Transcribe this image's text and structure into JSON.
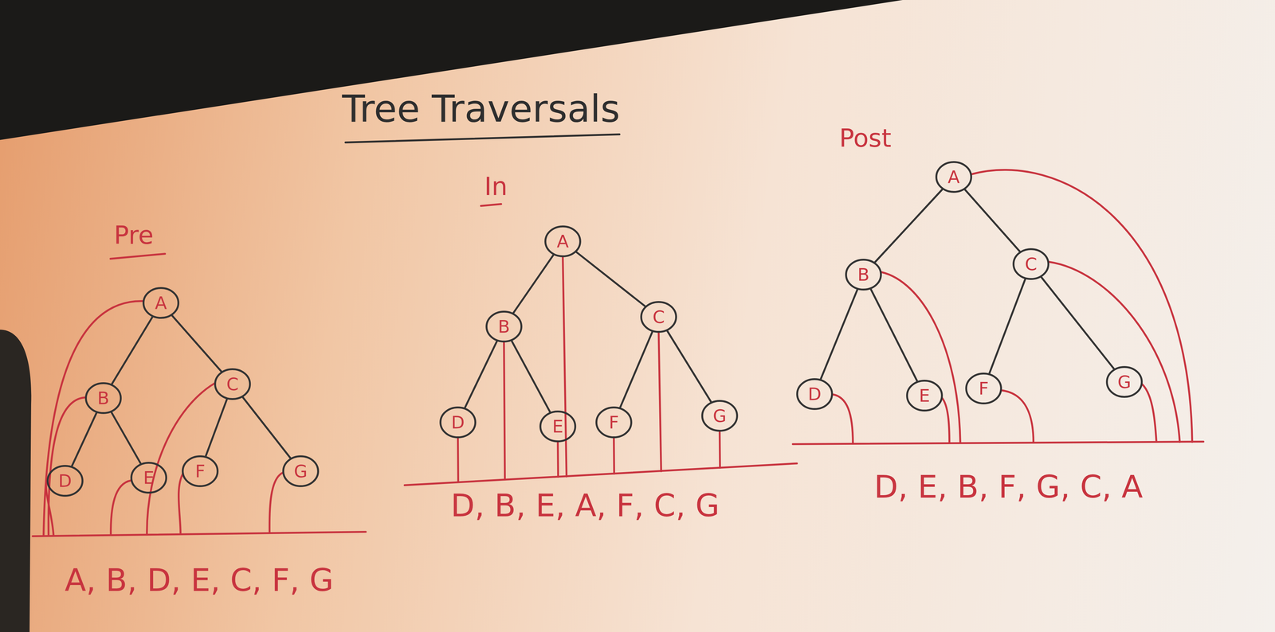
{
  "diagram": {
    "title": "Tree Traversals",
    "nodes": [
      {
        "text": [
          "A"
        ]
      },
      {
        "text": [
          "B"
        ]
      },
      {
        "text": [
          "C"
        ]
      },
      {
        "text": [
          "D"
        ]
      },
      {
        "text": [
          "E"
        ]
      },
      {
        "text": [
          "F"
        ]
      },
      {
        "text": [
          "G"
        ]
      },
      {
        "text": [
          "A"
        ]
      },
      {
        "text": [
          "B"
        ]
      },
      {
        "text": [
          "C"
        ]
      },
      {
        "text": [
          "D"
        ]
      },
      {
        "text": [
          "E"
        ]
      },
      {
        "text": [
          "F"
        ]
      },
      {
        "text": [
          "G"
        ]
      },
      {
        "text": [
          "A"
        ]
      },
      {
        "text": [
          "B"
        ]
      },
      {
        "text": [
          "C"
        ]
      },
      {
        "text": [
          "D"
        ]
      },
      {
        "text": [
          "E"
        ]
      },
      {
        "text": [
          "F"
        ]
      },
      {
        "text": [
          "G"
        ]
      }
    ],
    "edges": [
      {
        "from": 0,
        "to": 1,
        "arrow": "none"
      },
      {
        "from": 0,
        "to": 2,
        "arrow": "none"
      },
      {
        "from": 1,
        "to": 3,
        "arrow": "none"
      },
      {
        "from": 1,
        "to": 4,
        "arrow": "none"
      },
      {
        "from": 2,
        "to": 5,
        "arrow": "none"
      },
      {
        "from": 2,
        "to": 6,
        "arrow": "none"
      },
      {
        "from": 7,
        "to": 8,
        "arrow": "none"
      },
      {
        "from": 7,
        "to": 9,
        "arrow": "none"
      },
      {
        "from": 8,
        "to": 10,
        "arrow": "none"
      },
      {
        "from": 8,
        "to": 11,
        "arrow": "none"
      },
      {
        "from": 9,
        "to": 12,
        "arrow": "none"
      },
      {
        "from": 9,
        "to": 13,
        "arrow": "none"
      },
      {
        "from": 14,
        "to": 15,
        "arrow": "none"
      },
      {
        "from": 14,
        "to": 16,
        "arrow": "none"
      },
      {
        "from": 15,
        "to": 17,
        "arrow": "none"
      },
      {
        "from": 15,
        "to": 18,
        "arrow": "none"
      },
      {
        "from": 16,
        "to": 19,
        "arrow": "none"
      },
      {
        "from": 16,
        "to": 20,
        "arrow": "none"
      }
    ],
    "labels": [
      "Pre",
      "A, B, D, E, C, F, G",
      "In",
      "D, B, E, A, F, C, G",
      "Post",
      "D, E, B, F, G, C, A"
    ]
  }
}
